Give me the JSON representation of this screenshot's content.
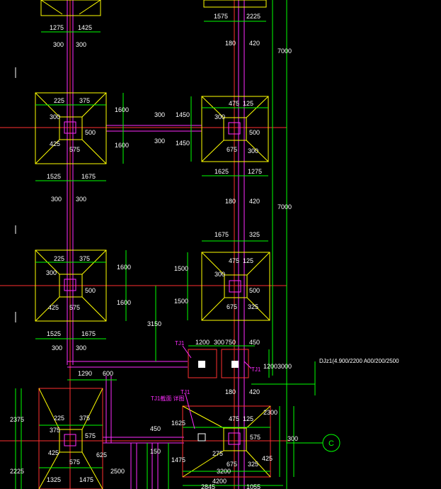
{
  "colors": {
    "background": "#000000",
    "footing_outline": "#ffff00",
    "dimension": "#00ff00",
    "beam_wall": "#ff2bff",
    "grid_line": "#ff3030",
    "text": "#ffffff",
    "axis_bubble": "#00ff00"
  },
  "annotations": {
    "beam_label": "DJz1(4.900/2200 A00/200/2500",
    "tj1_a": "TJ1",
    "tj1_b": "TJ1",
    "tj1_c": "TJ1",
    "tj1_bottom": "TJ1截面 详图",
    "axis_c": "C"
  },
  "dims": {
    "t1": "1275",
    "t2": "1425",
    "t3": "1575",
    "t4": "2225",
    "r1a": "300",
    "r1b": "300",
    "r1c": "180",
    "r1d": "420",
    "f1a": "225",
    "f1b": "375",
    "f2a": "475",
    "f2b": "125",
    "v1": "1600",
    "v2": "1600",
    "v3": "1450",
    "v4": "1450",
    "m1": "300",
    "m2": "300",
    "c1": "500",
    "c2": "575",
    "c3": "300",
    "c4": "425",
    "c5": "500",
    "c6": "675",
    "c7": "300",
    "c8": "300",
    "b1": "1525",
    "b2": "1675",
    "b3": "1625",
    "b4": "1275",
    "r2a": "300",
    "r2b": "300",
    "r2c": "180",
    "r2d": "420",
    "big1": "7000",
    "big2": "7000",
    "f3a": "1675",
    "f3b": "325",
    "f4a": "225",
    "f4b": "375",
    "f5a": "475",
    "f5b": "125",
    "v5": "1600",
    "v6": "1600",
    "v7": "1500",
    "v8": "1500",
    "c9": "500",
    "c10": "575",
    "c11": "300",
    "c12": "425",
    "c13": "500",
    "c14": "675",
    "c15": "300",
    "c16": "325",
    "b5": "1525",
    "b6": "1675",
    "v9": "3150",
    "r3a": "300",
    "r3b": "300",
    "p1": "1200",
    "p2": "300",
    "p3": "750",
    "p4": "450",
    "p5": "1290",
    "p6": "600",
    "p7": "1200",
    "p8": "3000",
    "p9": "180",
    "p10": "420",
    "f6a": "225",
    "f6b": "375",
    "f7a": "475",
    "f7b": "125",
    "c17": "575",
    "c18": "375",
    "c19": "425",
    "c20": "575",
    "c21": "625",
    "c22": "575",
    "c23": "275",
    "c24": "675",
    "c25": "325",
    "l1": "2375",
    "l2": "2225",
    "l3": "1325",
    "l4": "1475",
    "q1": "450",
    "q2": "150",
    "q3": "2500",
    "q4": "1625",
    "q5": "1475",
    "q6": "4200",
    "q7": "2845",
    "q8": "1055",
    "q9": "3200",
    "q10": "2300",
    "q11": "425",
    "q12": "300"
  }
}
